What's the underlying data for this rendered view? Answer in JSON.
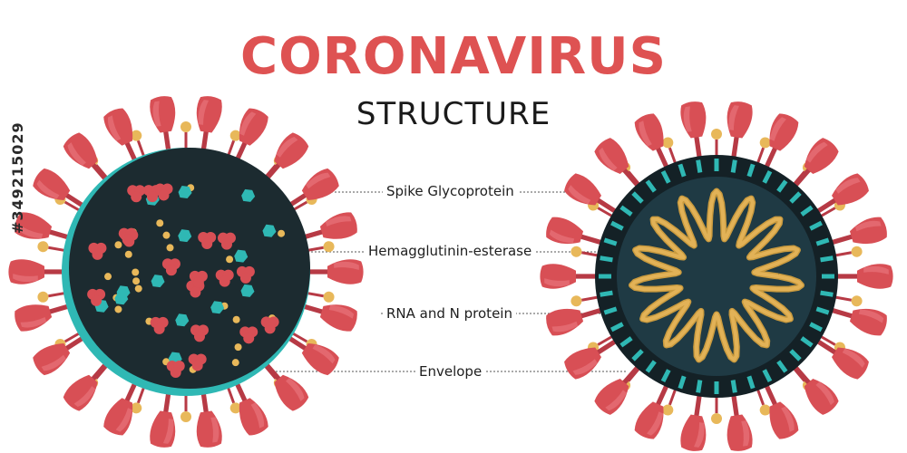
{
  "title": "CORONAVIRUS",
  "subtitle": "STRUCTURE",
  "labels": [
    {
      "key": "spike",
      "text": "Spike Glycoprotein"
    },
    {
      "key": "he",
      "text": "Hemagglutinin-esterase"
    },
    {
      "key": "rna",
      "text": "RNA and N protein"
    },
    {
      "key": "envelope",
      "text": "Envelope"
    }
  ],
  "stock_id": "#349215029",
  "colors": {
    "title": "#de5252",
    "spike": "#d84f55",
    "spike_dark": "#b73a45",
    "body": "#1c2b30",
    "envelope": "#2fb8b4",
    "dots": "#e8b85a",
    "rna": "#e2b257"
  }
}
